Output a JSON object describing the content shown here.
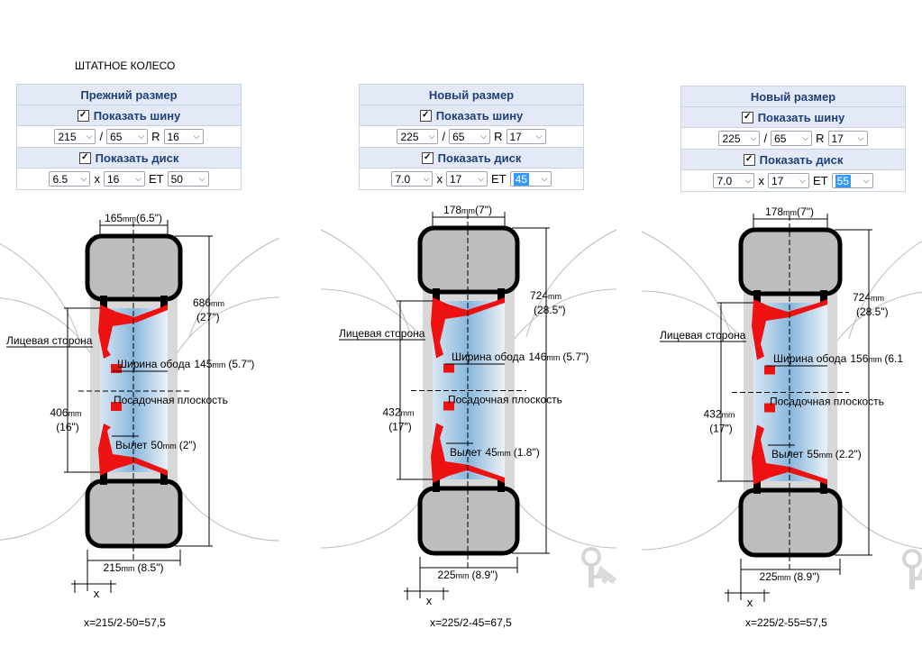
{
  "heading": "ШТАТНОЕ КОЛЕСО",
  "panels": [
    {
      "title": "Прежний размер",
      "show_tire_label": "Показать шину",
      "show_tire_checked": "✓",
      "tire": {
        "width": "215",
        "profile": "65",
        "radius": "16",
        "sep1": "/",
        "sep2": "R"
      },
      "show_rim_label": "Показать диск",
      "show_rim_checked": "✓",
      "rim": {
        "width": "6.5",
        "diameter": "16",
        "et": "50",
        "sep1": "x",
        "sep2": "ET"
      }
    },
    {
      "title": "Новый размер",
      "show_tire_label": "Показать шину",
      "show_tire_checked": "✓",
      "tire": {
        "width": "225",
        "profile": "65",
        "radius": "17",
        "sep1": "/",
        "sep2": "R"
      },
      "show_rim_label": "Показать диск",
      "show_rim_checked": "✓",
      "rim": {
        "width": "7.0",
        "diameter": "17",
        "et": "45",
        "sep1": "x",
        "sep2": "ET"
      }
    },
    {
      "title": "Новый размер",
      "show_tire_label": "Показать шину",
      "show_tire_checked": "✓",
      "tire": {
        "width": "225",
        "profile": "65",
        "radius": "17",
        "sep1": "/",
        "sep2": "R"
      },
      "show_rim_label": "Показать диск",
      "show_rim_checked": "✓",
      "rim": {
        "width": "7.0",
        "diameter": "17",
        "et": "55",
        "sep1": "x",
        "sep2": "ET"
      }
    }
  ],
  "diagrams": [
    {
      "tread_width": "165",
      "tread_width_in": "(6.5\")",
      "height": "686",
      "height_in": "(27\")",
      "face_label": "Лицевая сторона",
      "rim_width_label": "Ширина обода",
      "rim_width": "145",
      "rim_width_in": "(5.7\")",
      "seat_label": "Посадочная плоскость",
      "rim_diam": "406",
      "rim_diam_in": "(16\")",
      "offset_label": "Вылет",
      "offset": "50",
      "offset_in": "(2\")",
      "section": "215",
      "section_in": "(8.5\")",
      "x_label": "x",
      "mm": "mm"
    },
    {
      "tread_width": "178",
      "tread_width_in": "(7\")",
      "height": "724",
      "height_in": "(28.5\")",
      "face_label": "Лицевая сторона",
      "rim_width_label": "Ширина обода",
      "rim_width": "146",
      "rim_width_in": "(5.7\")",
      "seat_label": "Посадочная плоскость",
      "rim_diam": "432",
      "rim_diam_in": "(17\")",
      "offset_label": "Вылет",
      "offset": "45",
      "offset_in": "(1.8\")",
      "section": "225",
      "section_in": "(8.9\")",
      "x_label": "x",
      "mm": "mm"
    },
    {
      "tread_width": "178",
      "tread_width_in": "(7\")",
      "height": "724",
      "height_in": "(28.5\")",
      "face_label": "Лицевая сторона",
      "rim_width_label": "Ширина обода",
      "rim_width": "156",
      "rim_width_in": "(6.1",
      "seat_label": "Посадочная плоскость",
      "rim_diam": "432",
      "rim_diam_in": "(17\")",
      "offset_label": "Вылет",
      "offset": "55",
      "offset_in": "(2.2\")",
      "section": "225",
      "section_in": "(8.9\")",
      "x_label": "x",
      "mm": "mm"
    }
  ],
  "formulas": [
    "x=215/2-50=57,5",
    "x=225/2-45=67,5",
    "x=225/2-55=57,5"
  ],
  "icons": {
    "key": "key-icon"
  },
  "colors": {
    "panel_header_bg": "#e3e9f6",
    "panel_header_text": "#1f3f7a",
    "rim_red": "#ee1111",
    "highlight": "#3399ff"
  }
}
